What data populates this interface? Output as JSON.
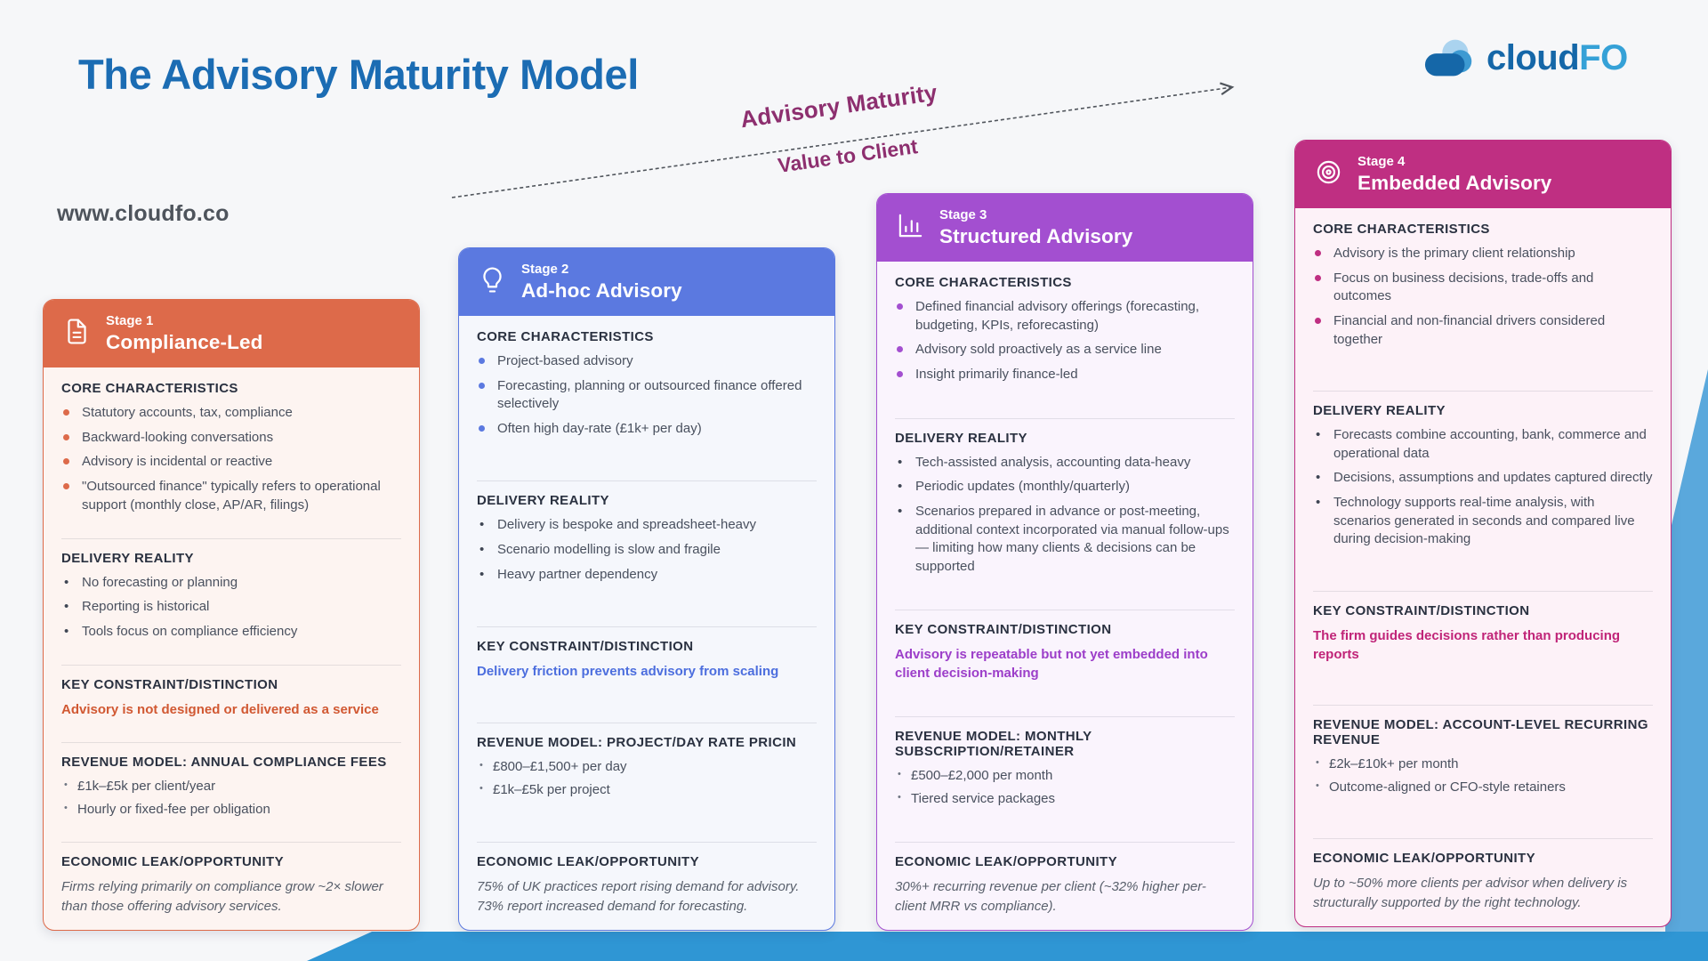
{
  "page": {
    "title": "The Advisory Maturity Model",
    "website": "www.cloudfo.co"
  },
  "logo": {
    "icon": "cloud-icon",
    "text_dark": "cloud",
    "text_light": "FO"
  },
  "arrow": {
    "label_top": "Advisory Maturity",
    "label_bottom": "Value to Client"
  },
  "colors": {
    "title_blue": "#1b6cb3",
    "arrow_label_plum": "#8d2f6f",
    "bottom_band_blue": "#2f96d4",
    "corner_ribbon_blue": "#5aa8dc"
  },
  "stages": [
    {
      "stage_label": "Stage 1",
      "title": "Compliance-Led",
      "icon": "document-icon",
      "accent": "#dd6a4a",
      "body_bg": "#fdf4f1",
      "key_color": "#d15832",
      "sections": [
        {
          "heading": "CORE CHARACTERISTICS",
          "type": "accent-bullets",
          "items": [
            "Statutory accounts, tax, compliance",
            "Backward-looking conversations",
            "Advisory is incidental or reactive",
            "\"Outsourced finance\" typically refers to operational support (monthly close, AP/AR, filings)"
          ]
        },
        {
          "heading": "DELIVERY REALITY",
          "type": "plain-bullets",
          "items": [
            "No forecasting or planning",
            "Reporting is historical",
            "Tools focus on compliance efficiency"
          ]
        },
        {
          "heading": "KEY CONSTRAINT/DISTINCTION",
          "type": "key",
          "text": "Advisory is not designed or delivered as a service"
        },
        {
          "heading": "REVENUE MODEL: ANNUAL COMPLIANCE FEES",
          "type": "small-bullets",
          "items": [
            "£1k–£5k per client/year",
            "Hourly or fixed-fee per obligation"
          ]
        },
        {
          "heading": "ECONOMIC LEAK/OPPORTUNITY",
          "type": "italic",
          "text": "Firms relying primarily on compliance grow ~2× slower than those offering advisory services."
        }
      ]
    },
    {
      "stage_label": "Stage 2",
      "title": "Ad-hoc Advisory",
      "icon": "lightbulb-icon",
      "accent": "#5b79e0",
      "body_bg": "#f5f7fc",
      "key_color": "#4c6ede",
      "sections": [
        {
          "heading": "CORE CHARACTERISTICS",
          "type": "accent-bullets",
          "items": [
            "Project-based advisory",
            "Forecasting, planning or outsourced finance offered selectively",
            "Often high day-rate (£1k+ per day)"
          ]
        },
        {
          "heading": "DELIVERY REALITY",
          "type": "plain-bullets",
          "items": [
            "Delivery is bespoke and spreadsheet-heavy",
            "Scenario modelling is slow and fragile",
            "Heavy partner dependency"
          ]
        },
        {
          "heading": "KEY CONSTRAINT/DISTINCTION",
          "type": "key",
          "text": "Delivery friction prevents advisory from scaling"
        },
        {
          "heading": "REVENUE MODEL: PROJECT/DAY RATE PRICIN",
          "type": "small-bullets",
          "items": [
            "£800–£1,500+ per day",
            "£1k–£5k per project"
          ]
        },
        {
          "heading": "ECONOMIC LEAK/OPPORTUNITY",
          "type": "italic",
          "text": "75% of UK practices report rising demand for advisory. 73% report increased demand for forecasting."
        }
      ]
    },
    {
      "stage_label": "Stage 3",
      "title": "Structured Advisory",
      "icon": "bar-chart-icon",
      "accent": "#a34fd0",
      "body_bg": "#faf4fd",
      "key_color": "#9c3ec9",
      "sections": [
        {
          "heading": "CORE CHARACTERISTICS",
          "type": "accent-bullets",
          "items": [
            "Defined financial advisory offerings (forecasting, budgeting, KPIs, reforecasting)",
            "Advisory sold proactively as a service line",
            "Insight primarily finance-led"
          ]
        },
        {
          "heading": "DELIVERY REALITY",
          "type": "plain-bullets",
          "items": [
            "Tech-assisted analysis, accounting data-heavy",
            "Periodic updates (monthly/quarterly)",
            "Scenarios prepared in advance or post-meeting, additional context incorporated via manual follow-ups — limiting how many clients & decisions can be supported"
          ]
        },
        {
          "heading": "KEY CONSTRAINT/DISTINCTION",
          "type": "key",
          "text": "Advisory is repeatable but not yet embedded into client decision-making"
        },
        {
          "heading": "REVENUE MODEL: MONTHLY SUBSCRIPTION/RETAINER",
          "type": "small-bullets",
          "items": [
            "£500–£2,000 per month",
            "Tiered service packages"
          ]
        },
        {
          "heading": "ECONOMIC LEAK/OPPORTUNITY",
          "type": "italic",
          "text": "30%+ recurring revenue per client (~32% higher per-client MRR vs compliance)."
        }
      ]
    },
    {
      "stage_label": "Stage 4",
      "title": "Embedded Advisory",
      "icon": "target-icon",
      "accent": "#bf2f82",
      "body_bg": "#fdf2f8",
      "key_color": "#c02478",
      "sections": [
        {
          "heading": "CORE CHARACTERISTICS",
          "type": "accent-bullets",
          "items": [
            "Advisory is the primary client relationship",
            "Focus on business decisions, trade-offs and outcomes",
            "Financial and non-financial drivers considered together"
          ]
        },
        {
          "heading": "DELIVERY REALITY",
          "type": "plain-bullets",
          "items": [
            "Forecasts combine accounting, bank, commerce and operational data",
            "Decisions, assumptions and updates captured directly",
            "Technology supports real-time analysis, with scenarios generated in seconds and compared live during decision-making"
          ]
        },
        {
          "heading": "KEY CONSTRAINT/DISTINCTION",
          "type": "key",
          "text": "The firm guides decisions rather than producing reports"
        },
        {
          "heading": "REVENUE MODEL: ACCOUNT-LEVEL RECURRING REVENUE",
          "type": "small-bullets",
          "items": [
            "£2k–£10k+ per month",
            "Outcome-aligned or CFO-style retainers"
          ]
        },
        {
          "heading": "ECONOMIC LEAK/OPPORTUNITY",
          "type": "italic",
          "text": "Up to ~50% more clients per advisor when delivery is structurally supported by the right technology."
        }
      ]
    }
  ]
}
